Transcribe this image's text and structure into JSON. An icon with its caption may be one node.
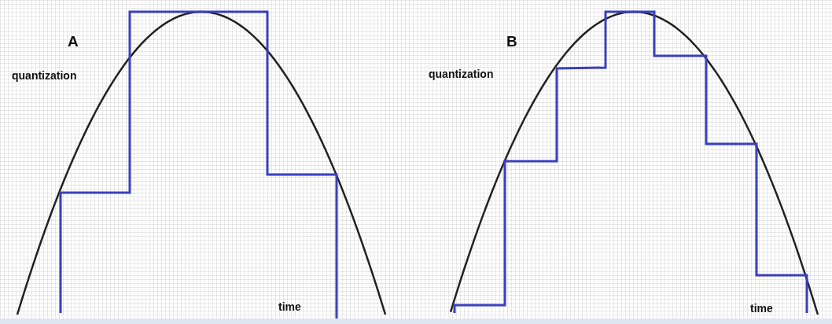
{
  "diagram": {
    "labels": [
      "A",
      "B",
      "quantization",
      "quantization",
      "time",
      "time"
    ]
  }
}
